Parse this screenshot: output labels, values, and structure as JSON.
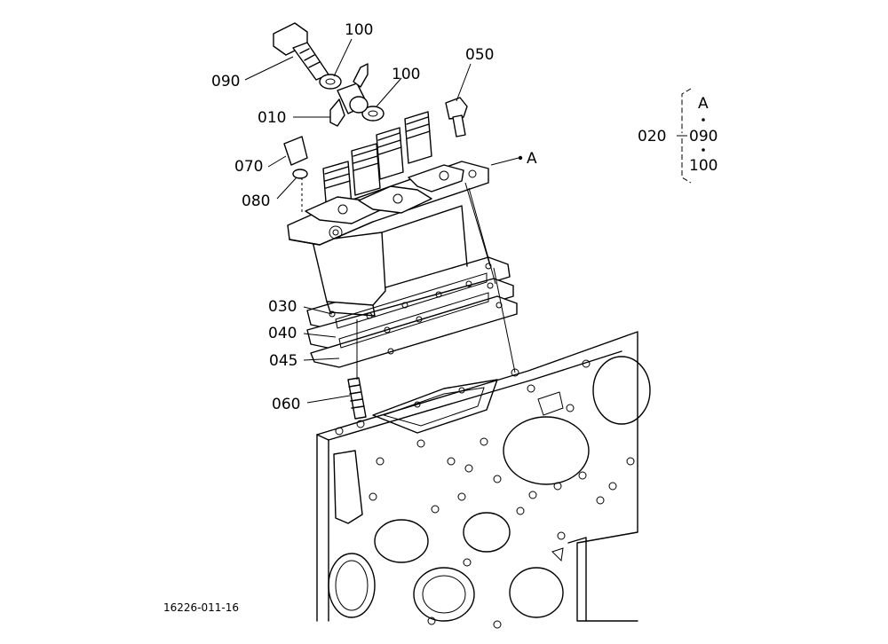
{
  "diagram": {
    "drawing_number": "16226-011-16",
    "reference_A": "A",
    "callouts": {
      "c090": "090",
      "c100a": "100",
      "c100b": "100",
      "c050": "050",
      "c010": "010",
      "c070": "070",
      "c080": "080",
      "c030": "030",
      "c040": "040",
      "c045": "045",
      "c060": "060"
    },
    "assembly_key": {
      "parent": "020",
      "members": [
        "A",
        "090",
        "100"
      ]
    }
  }
}
